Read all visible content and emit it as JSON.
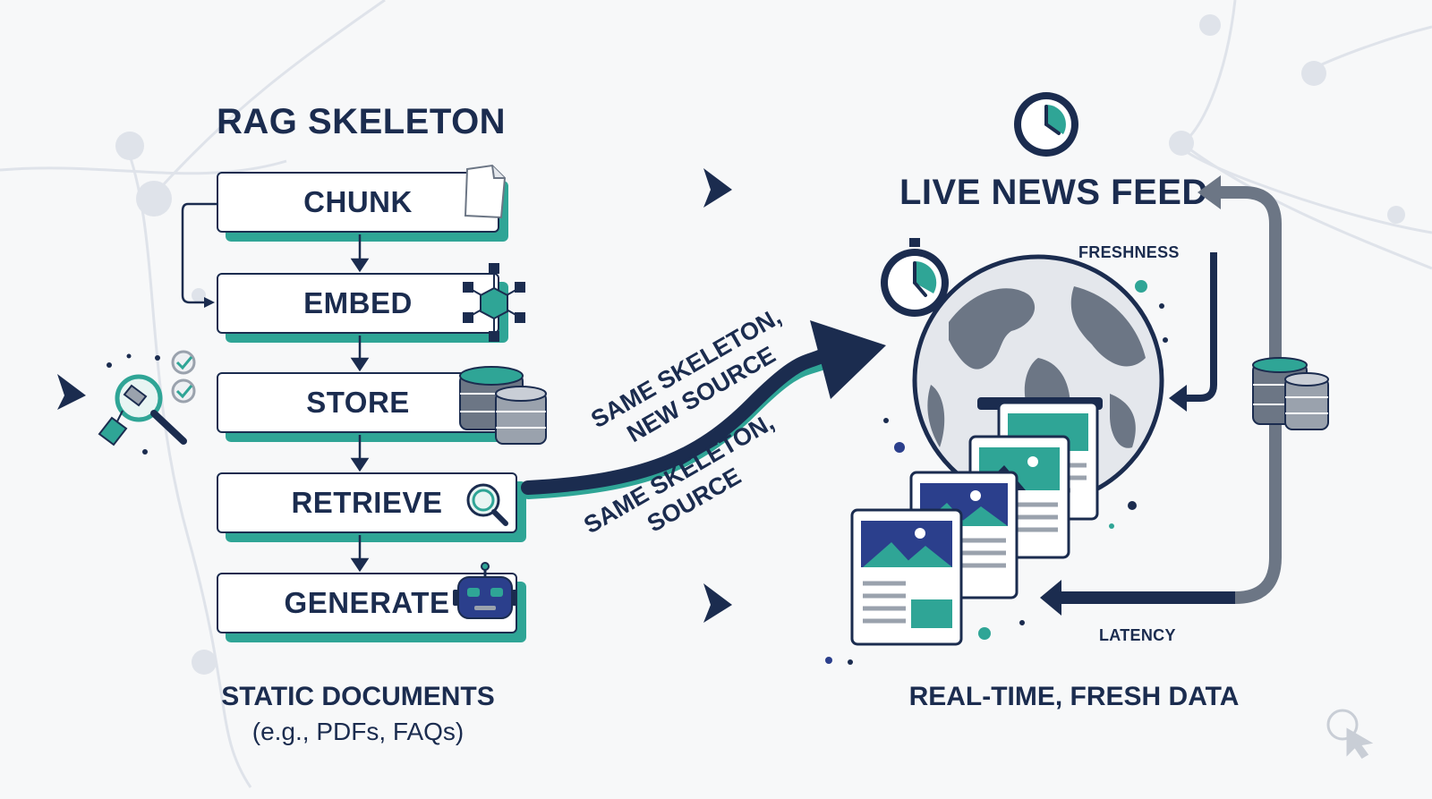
{
  "left_panel": {
    "title": "RAG SKELETON",
    "steps": [
      {
        "label": "CHUNK",
        "icon": "document-icon"
      },
      {
        "label": "EMBED",
        "icon": "network-cube-icon"
      },
      {
        "label": "STORE",
        "icon": "database-icon"
      },
      {
        "label": "RETRIEVE",
        "icon": "magnifier-icon"
      },
      {
        "label": "GENERATE",
        "icon": "robot-icon"
      }
    ],
    "caption_main": "STATIC DOCUMENTS",
    "caption_sub": "(e.g., PDFs, FAQs)"
  },
  "connector": {
    "text_top_line1": "SAME SKELETON,",
    "text_top_line2": "NEW SOURCE",
    "text_bottom_line1": "SAME SKELETON,",
    "text_bottom_line2": "SOURCE"
  },
  "right_panel": {
    "title": "LIVE NEWS FEED",
    "freshness_label": "FRESHNESS",
    "latency_label": "LATENCY",
    "caption": "REAL-TIME, FRESH DATA"
  },
  "colors": {
    "navy": "#1b2c4f",
    "teal": "#2fa596",
    "gray": "#6c7685",
    "background": "#f7f8f9"
  }
}
